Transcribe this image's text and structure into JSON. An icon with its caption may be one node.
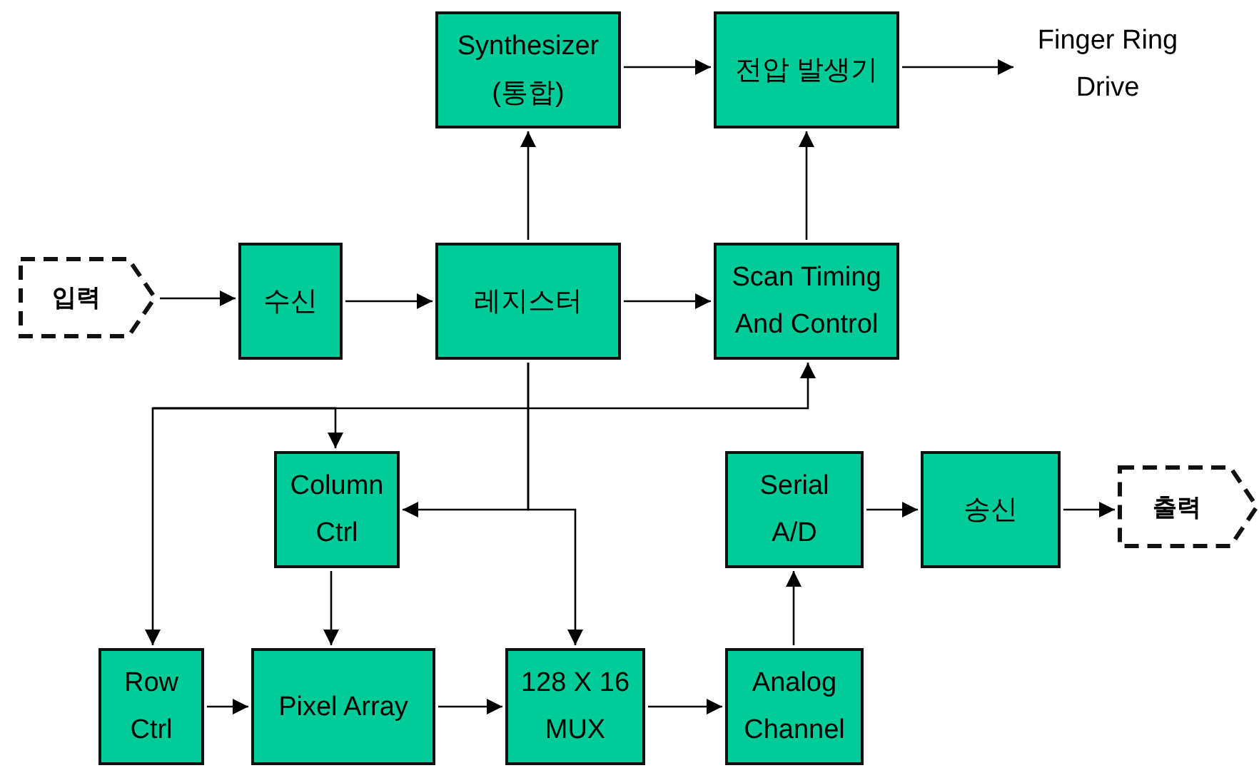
{
  "diagram": {
    "nodes": [
      {
        "text": [
          "Synthesizer (통합)"
        ]
      },
      {
        "text": [
          "전압 발생기"
        ]
      },
      {
        "text": [
          "Finger Ring Drive"
        ]
      },
      {
        "text": [
          "입력"
        ]
      },
      {
        "text": [
          "수신"
        ]
      },
      {
        "text": [
          "레지스터"
        ]
      },
      {
        "text": [
          "Scan Timing And Control"
        ]
      },
      {
        "text": [
          "Column Ctrl"
        ]
      },
      {
        "text": [
          "Serial A/D"
        ]
      },
      {
        "text": [
          "송신"
        ]
      },
      {
        "text": [
          "출력"
        ]
      },
      {
        "text": [
          "Row Ctrl"
        ]
      },
      {
        "text": [
          "Pixel Array"
        ]
      },
      {
        "text": [
          "128 X 16 MUX"
        ]
      },
      {
        "text": [
          "Analog Channel"
        ]
      }
    ],
    "edges": [
      {
        "from": 3,
        "to": 4,
        "arrow": "to"
      },
      {
        "from": 4,
        "to": 5,
        "arrow": "to"
      },
      {
        "from": 5,
        "to": 6,
        "arrow": "to"
      },
      {
        "from": 5,
        "to": 0,
        "arrow": "to"
      },
      {
        "from": 6,
        "to": 1,
        "arrow": "to"
      },
      {
        "from": 0,
        "to": 1,
        "arrow": "to"
      },
      {
        "from": 1,
        "to": 2,
        "arrow": "to"
      },
      {
        "from": 5,
        "to": 7,
        "arrow": "to"
      },
      {
        "from": 5,
        "to": 13,
        "arrow": "to"
      },
      {
        "from": null,
        "to": 6,
        "arrow": "to"
      },
      {
        "from": null,
        "to": 7,
        "arrow": "to"
      },
      {
        "from": null,
        "to": 11,
        "arrow": "to"
      },
      {
        "from": 7,
        "to": 12,
        "arrow": "to"
      },
      {
        "from": 11,
        "to": 12,
        "arrow": "to"
      },
      {
        "from": 12,
        "to": 13,
        "arrow": "to"
      },
      {
        "from": 13,
        "to": 14,
        "arrow": "to"
      },
      {
        "from": 14,
        "to": 8,
        "arrow": "to"
      },
      {
        "from": 8,
        "to": 9,
        "arrow": "to"
      },
      {
        "from": 9,
        "to": 10,
        "arrow": "to"
      }
    ]
  }
}
